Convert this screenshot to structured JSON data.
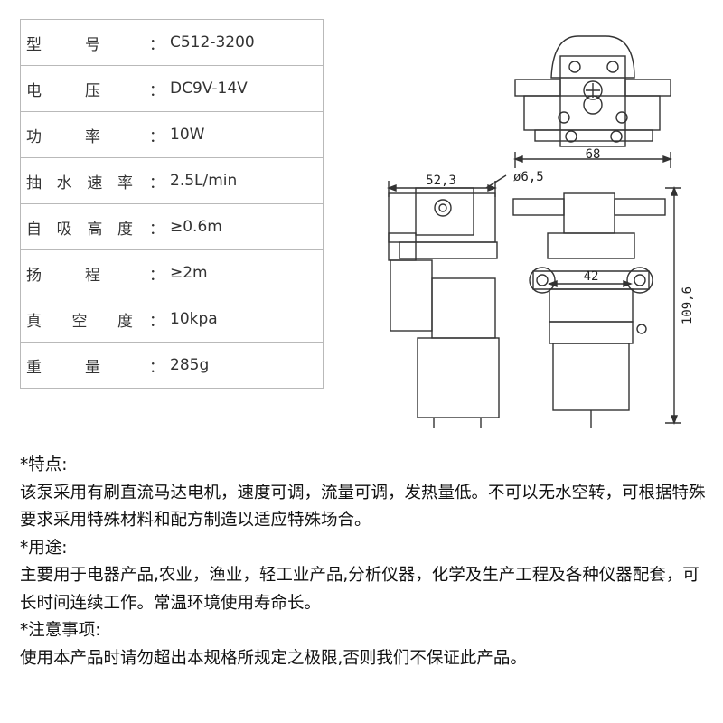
{
  "spec_table": [
    {
      "label": "型号",
      "value": "C512-3200"
    },
    {
      "label": "电压",
      "value": "DC9V-14V"
    },
    {
      "label": "功率",
      "value": "10W"
    },
    {
      "label": "抽水速率",
      "value": "2.5L/min"
    },
    {
      "label": "自吸高度",
      "value": "≥0.6m"
    },
    {
      "label": "扬程",
      "value": "≥2m"
    },
    {
      "label": "真空度",
      "value": "10kpa"
    },
    {
      "label": "重量",
      "value": "285g"
    }
  ],
  "colon": "：",
  "drawing": {
    "dim_top_width": "68",
    "dim_side_width": "52,3",
    "dim_hole": "ø6,5",
    "dim_mount": "42",
    "dim_height": "109,6"
  },
  "text": {
    "features_heading": "*特点:",
    "features_body": "该泵采用有刷直流马达电机，速度可调，流量可调，发热量低。不可以无水空转，可根据特殊要求采用特殊材料和配方制造以适应特殊场合。",
    "uses_heading": "*用途:",
    "uses_body": "主要用于电器产品,农业，渔业，轻工业产品,分析仪器，化学及生产工程及各种仪器配套，可长时间连续工作。常温环境使用寿命长。",
    "notice_heading": "*注意事项:",
    "notice_body": "使用本产品时请勿超出本规格所规定之极限,否则我们不保证此产品。"
  }
}
